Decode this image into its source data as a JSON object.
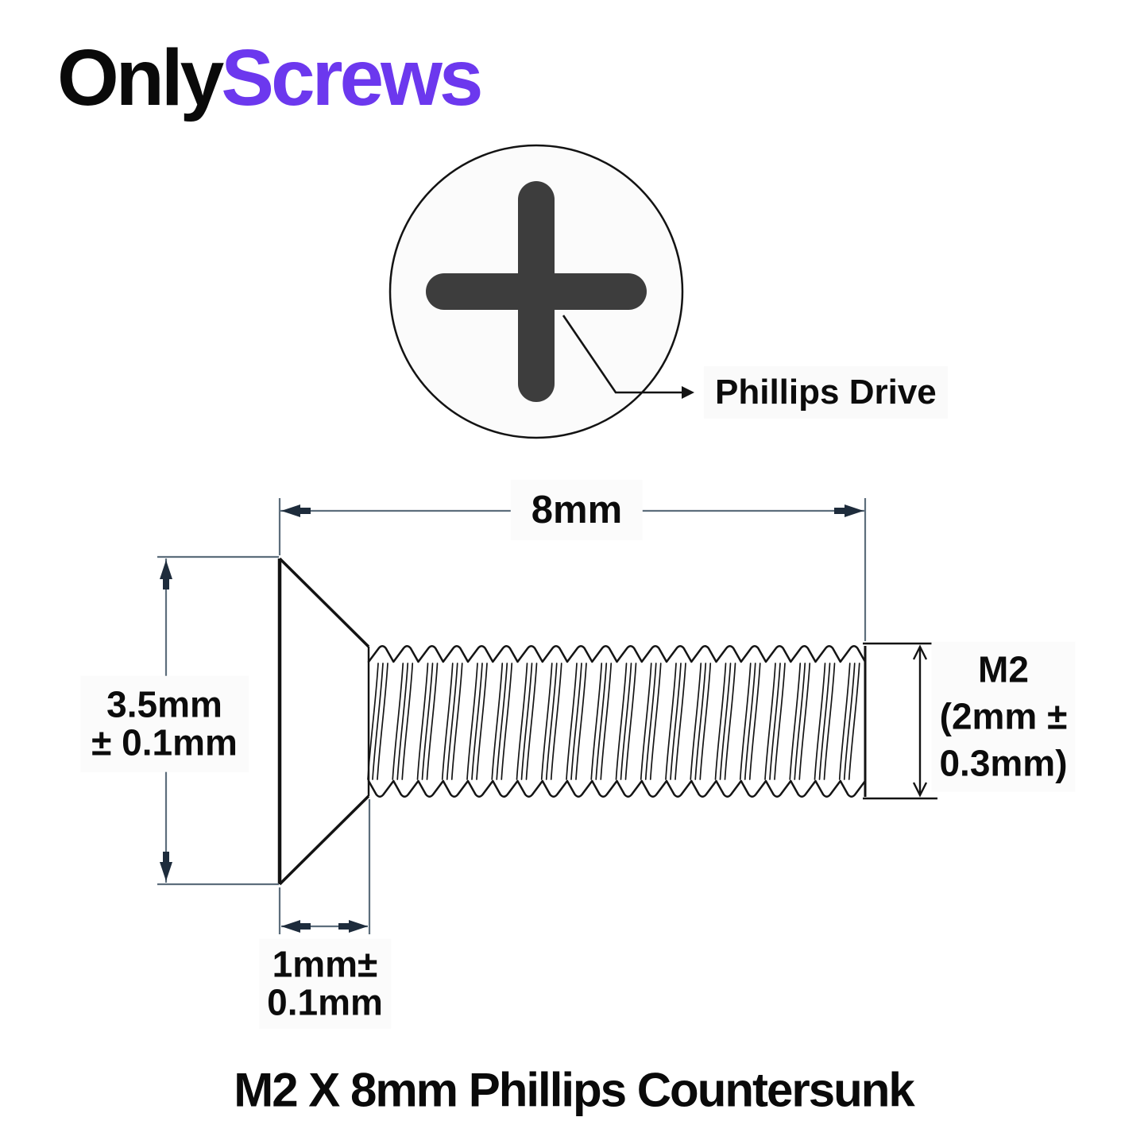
{
  "brand": {
    "part1": "Only",
    "part2": "Screws",
    "accent_color": "#6C38EE",
    "text_color": "#0a0a0a"
  },
  "drive_callout": {
    "label": "Phillips Drive"
  },
  "dimensions": {
    "length": "8mm",
    "head_diameter_line1": "3.5mm",
    "head_diameter_line2": "± 0.1mm",
    "head_height_line1": "1mm±",
    "head_height_line2": "0.1mm",
    "thread_line1": "M2",
    "thread_line2": "(2mm ±",
    "thread_line3": "0.3mm)"
  },
  "title": "M2 X 8mm Phillips Countersunk",
  "colors": {
    "outline": "#131313",
    "cross": "#3d3d3d",
    "dim_line": "#5d6e7c",
    "dim_arrow": "#1e2c3c",
    "circle_fill": "#fbfbfb"
  }
}
